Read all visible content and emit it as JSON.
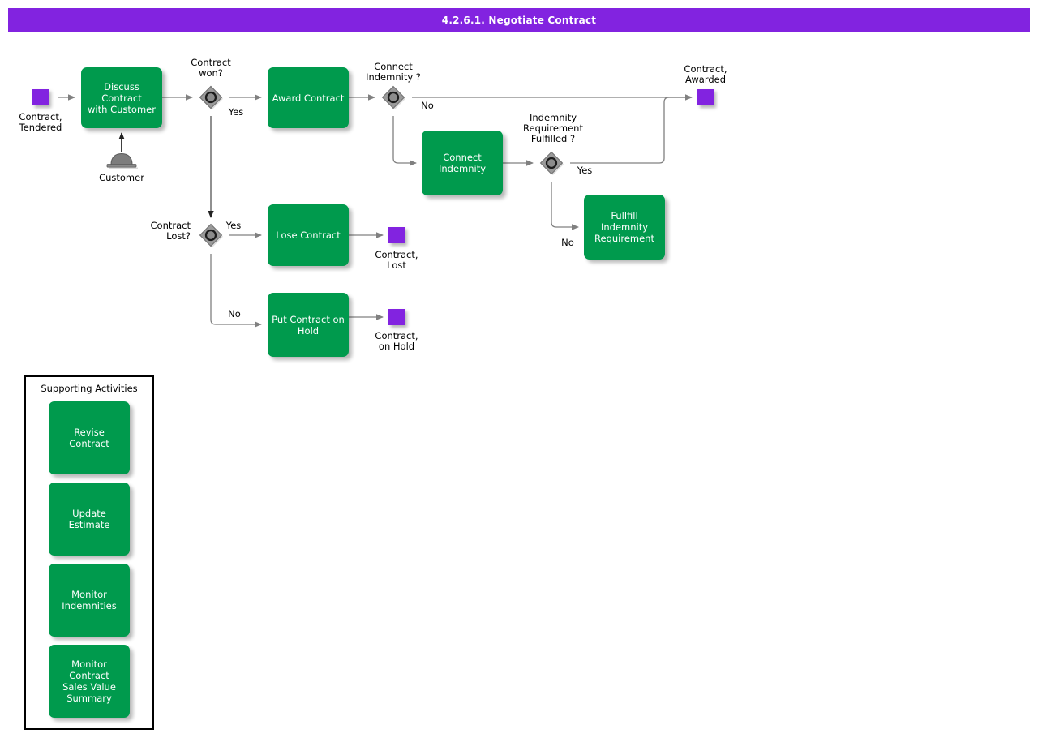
{
  "header": {
    "title": "4.2.6.1. Negotiate Contract",
    "bg_color": "#8223e0",
    "text_color": "#ffffff"
  },
  "theme": {
    "task_color": "#009a4d",
    "data_object_color": "#8223e0",
    "gateway_color": "#808080",
    "line_color": "#707070",
    "text_color": "#000000"
  },
  "diagram": {
    "type": "bpmn-process-flow",
    "tasks": [
      {
        "id": "discuss-contract-with-customer",
        "label": "Discuss Contract\nwith Customer"
      },
      {
        "id": "award-contract",
        "label": "Award Contract"
      },
      {
        "id": "connect-indemnity",
        "label": "Connect\nIndemnity"
      },
      {
        "id": "fullfill-indemnity-requirement",
        "label": "Fullfill Indemnity\nRequirement"
      },
      {
        "id": "lose-contract",
        "label": "Lose Contract"
      },
      {
        "id": "put-contract-on-hold",
        "label": "Put Contract on\nHold"
      }
    ],
    "data_objects": [
      {
        "id": "contract-tendered",
        "label": "Contract,\nTendered"
      },
      {
        "id": "contract-awarded",
        "label": "Contract,\nAwarded"
      },
      {
        "id": "contract-lost",
        "label": "Contract,\nLost"
      },
      {
        "id": "contract-on-hold",
        "label": "Contract,\non Hold"
      }
    ],
    "gateways": [
      {
        "id": "contract-won",
        "label": "Contract\nwon?"
      },
      {
        "id": "connect-indemnity-question",
        "label": "Connect\nIndemnity ?"
      },
      {
        "id": "indemnity-requirement-fulfilled",
        "label": "Indemnity\nRequirement\nFulfilled ?"
      },
      {
        "id": "contract-lost-question",
        "label": "Contract\nLost?"
      }
    ],
    "roles": [
      {
        "id": "customer",
        "label": "Customer"
      }
    ],
    "flow_labels": [
      {
        "id": "contract-won-yes",
        "label": "Yes"
      },
      {
        "id": "connect-indemnity-no",
        "label": "No"
      },
      {
        "id": "indemnity-fulfilled-yes",
        "label": "Yes"
      },
      {
        "id": "indemnity-fulfilled-no",
        "label": "No"
      },
      {
        "id": "contract-lost-yes",
        "label": "Yes"
      },
      {
        "id": "contract-lost-no",
        "label": "No"
      }
    ]
  },
  "supporting_activities": {
    "title": "Supporting Activities",
    "items": [
      {
        "id": "revise-contract",
        "label": "Revise Contract"
      },
      {
        "id": "update-estimate",
        "label": "Update Estimate"
      },
      {
        "id": "monitor-indemnities",
        "label": "Monitor\nIndemnities"
      },
      {
        "id": "monitor-contract-sales-value-summary",
        "label": "Monitor Contract\nSales Value\nSummary"
      }
    ]
  }
}
